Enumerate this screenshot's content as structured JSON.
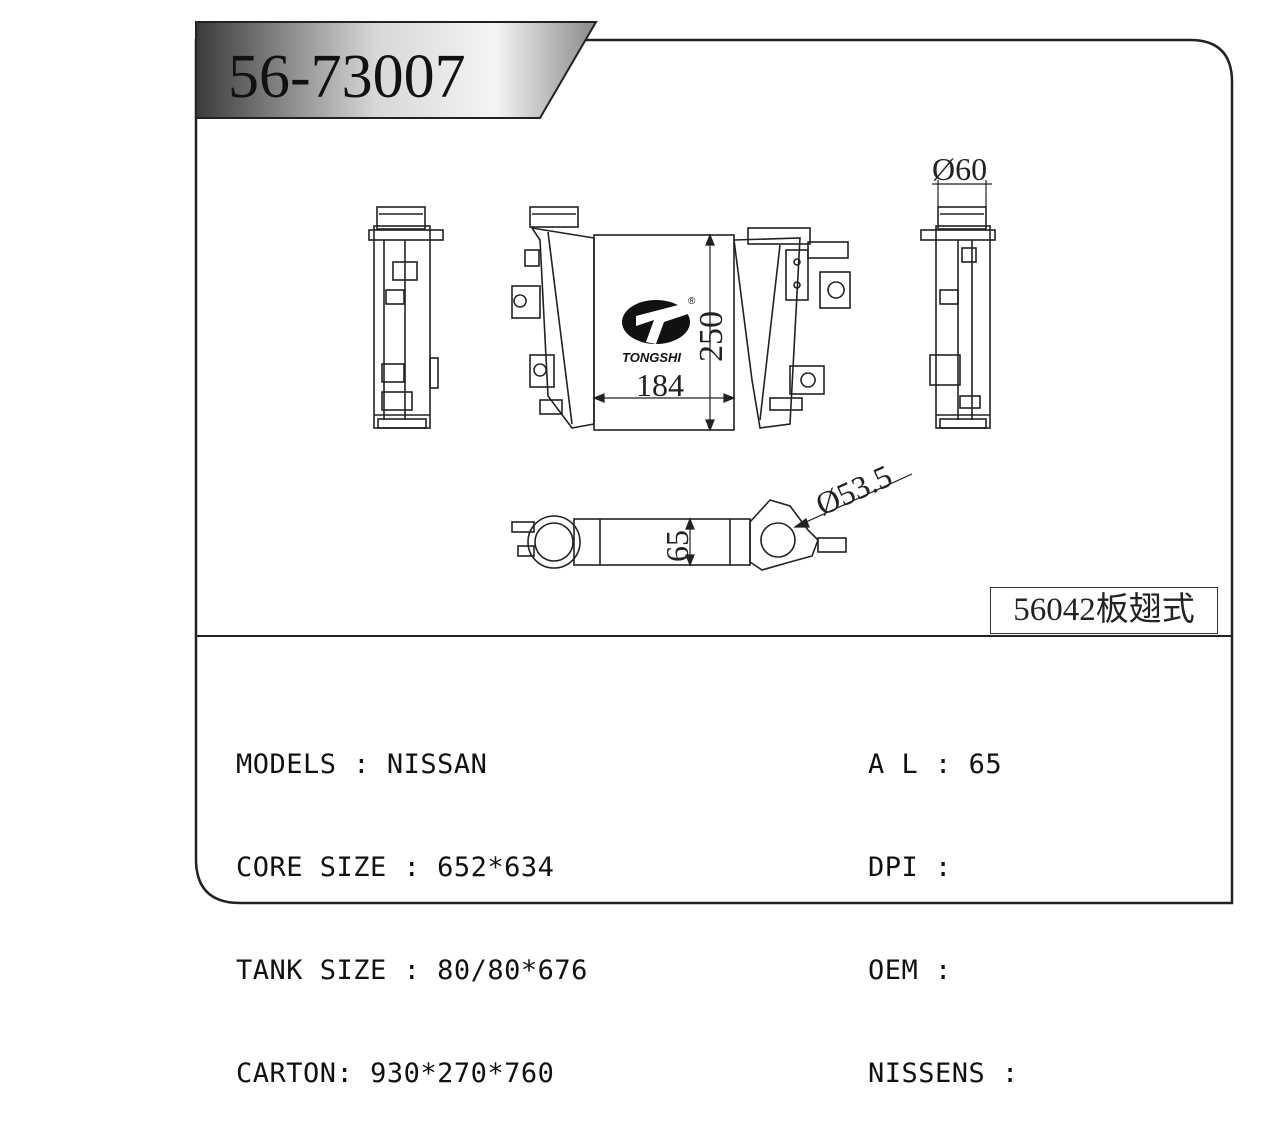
{
  "part_number": "56-73007",
  "logo_text": "TONGSHI",
  "logo_mark": "®",
  "dimensions": {
    "pipe_diameter": "Ø60",
    "flange_diameter": "Ø53.5",
    "height": "250",
    "width": "184",
    "depth": "65"
  },
  "note": "56042板翅式",
  "specs_left": [
    {
      "label": "MODELS",
      "sep": " : ",
      "value": "NISSAN"
    },
    {
      "label": "CORE SIZE",
      "sep": " : ",
      "value": "652*634"
    },
    {
      "label": "TANK SIZE",
      "sep": " : ",
      "value": "80/80*676"
    },
    {
      "label": "CARTON",
      "sep": ": ",
      "value": "930*270*760"
    }
  ],
  "specs_right": [
    {
      "label": "A L",
      "sep": " : ",
      "value": "65"
    },
    {
      "label": "DPI",
      "sep": " : ",
      "value": ""
    },
    {
      "label": "OEM",
      "sep": " : ",
      "value": ""
    },
    {
      "label": "NISSENS",
      "sep": " : ",
      "value": ""
    }
  ],
  "colors": {
    "line": "#222222",
    "banner_dark": "#3a3a3a",
    "banner_light": "#f2f2f2"
  }
}
